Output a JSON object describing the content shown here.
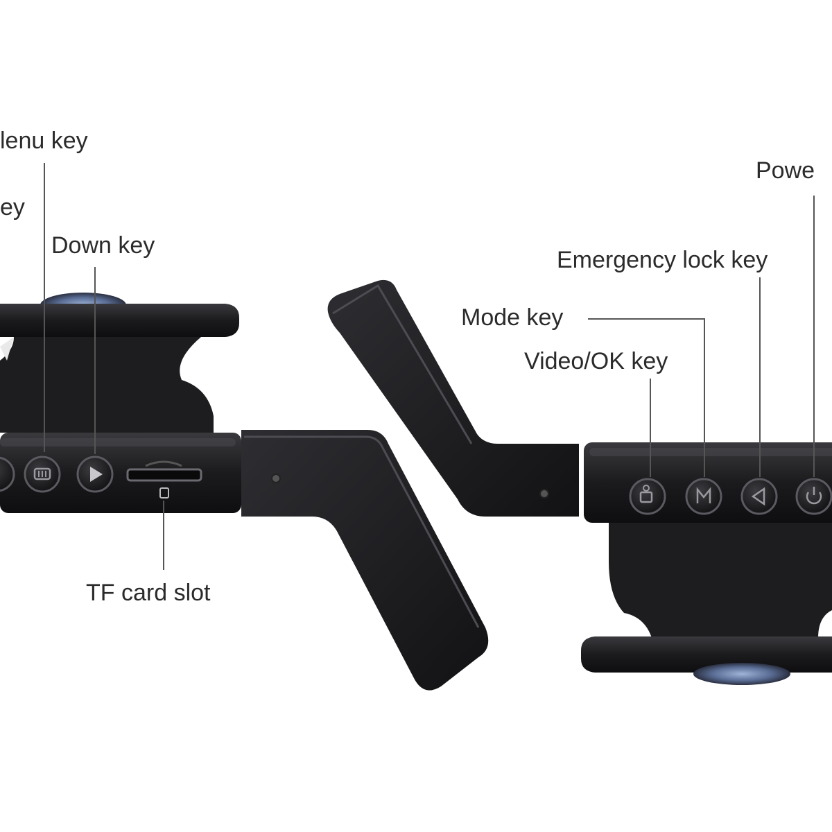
{
  "labels": {
    "menu_key": "lenu key",
    "up_key": "ey",
    "down_key": "Down key",
    "tf_card_slot": "TF card slot",
    "power_key": "Powe",
    "emergency_lock_key": "Emergency lock key",
    "mode_key": "Mode key",
    "video_ok_key": "Video/OK key"
  },
  "colors": {
    "background": "#ffffff",
    "device_body": "#1b1b1d",
    "device_edge": "#3a3a3e",
    "label_text": "#2b2b2b",
    "leader_line": "#555555"
  },
  "icons": {
    "left_button_1": "partial-button-icon",
    "left_button_2": "menu-button-icon",
    "left_button_3": "play-down-icon",
    "right_button_1": "video-camera-icon",
    "right_button_2": "mode-m-icon",
    "right_button_3": "lock-triangle-icon",
    "right_button_4": "power-icon"
  }
}
